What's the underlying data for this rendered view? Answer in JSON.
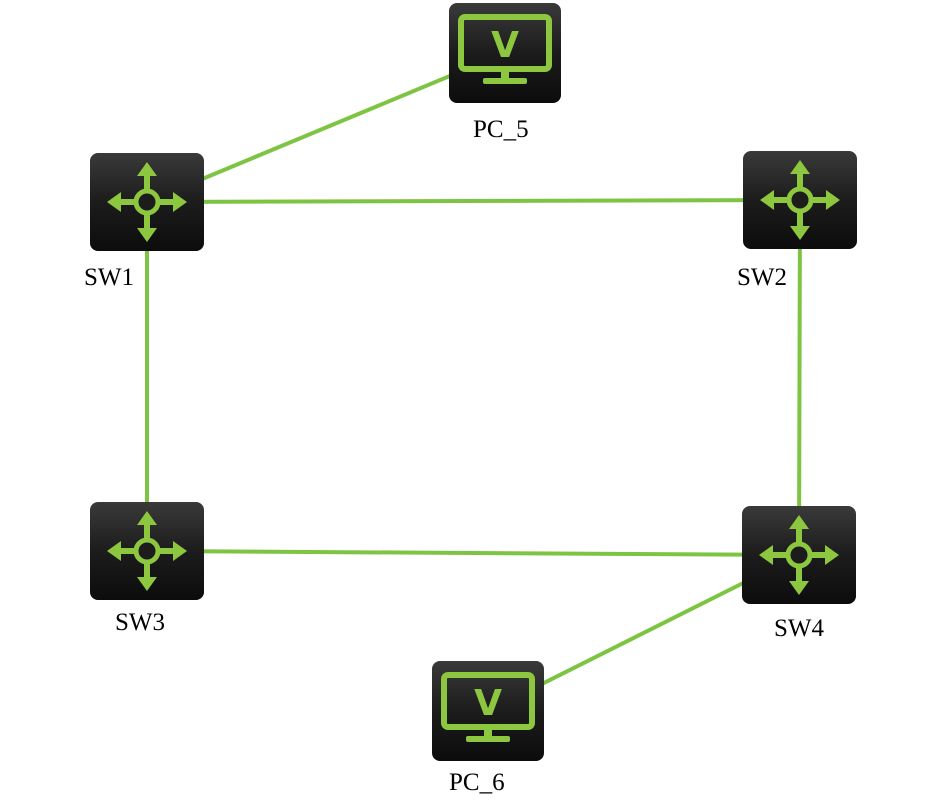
{
  "colors": {
    "link": "#7cc441",
    "icon_accent": "#8dc63f",
    "device_body_top": "#3a3a3a",
    "device_body_bottom": "#0c0c0c",
    "label_text": "#000000"
  },
  "nodes": [
    {
      "id": "PC_5",
      "label": "PC_5",
      "kind": "pc",
      "icon": "monitor-icon"
    },
    {
      "id": "SW1",
      "label": "SW1",
      "kind": "switch",
      "icon": "switch-arrows-icon"
    },
    {
      "id": "SW2",
      "label": "SW2",
      "kind": "switch",
      "icon": "switch-arrows-icon"
    },
    {
      "id": "SW3",
      "label": "SW3",
      "kind": "switch",
      "icon": "switch-arrows-icon"
    },
    {
      "id": "SW4",
      "label": "SW4",
      "kind": "switch",
      "icon": "switch-arrows-icon"
    },
    {
      "id": "PC_6",
      "label": "PC_6",
      "kind": "pc",
      "icon": "monitor-icon"
    }
  ],
  "links": [
    {
      "from": "SW1",
      "to": "PC_5"
    },
    {
      "from": "SW1",
      "to": "SW2"
    },
    {
      "from": "SW1",
      "to": "SW3"
    },
    {
      "from": "SW2",
      "to": "SW4"
    },
    {
      "from": "SW3",
      "to": "SW4"
    },
    {
      "from": "SW4",
      "to": "PC_6"
    }
  ]
}
